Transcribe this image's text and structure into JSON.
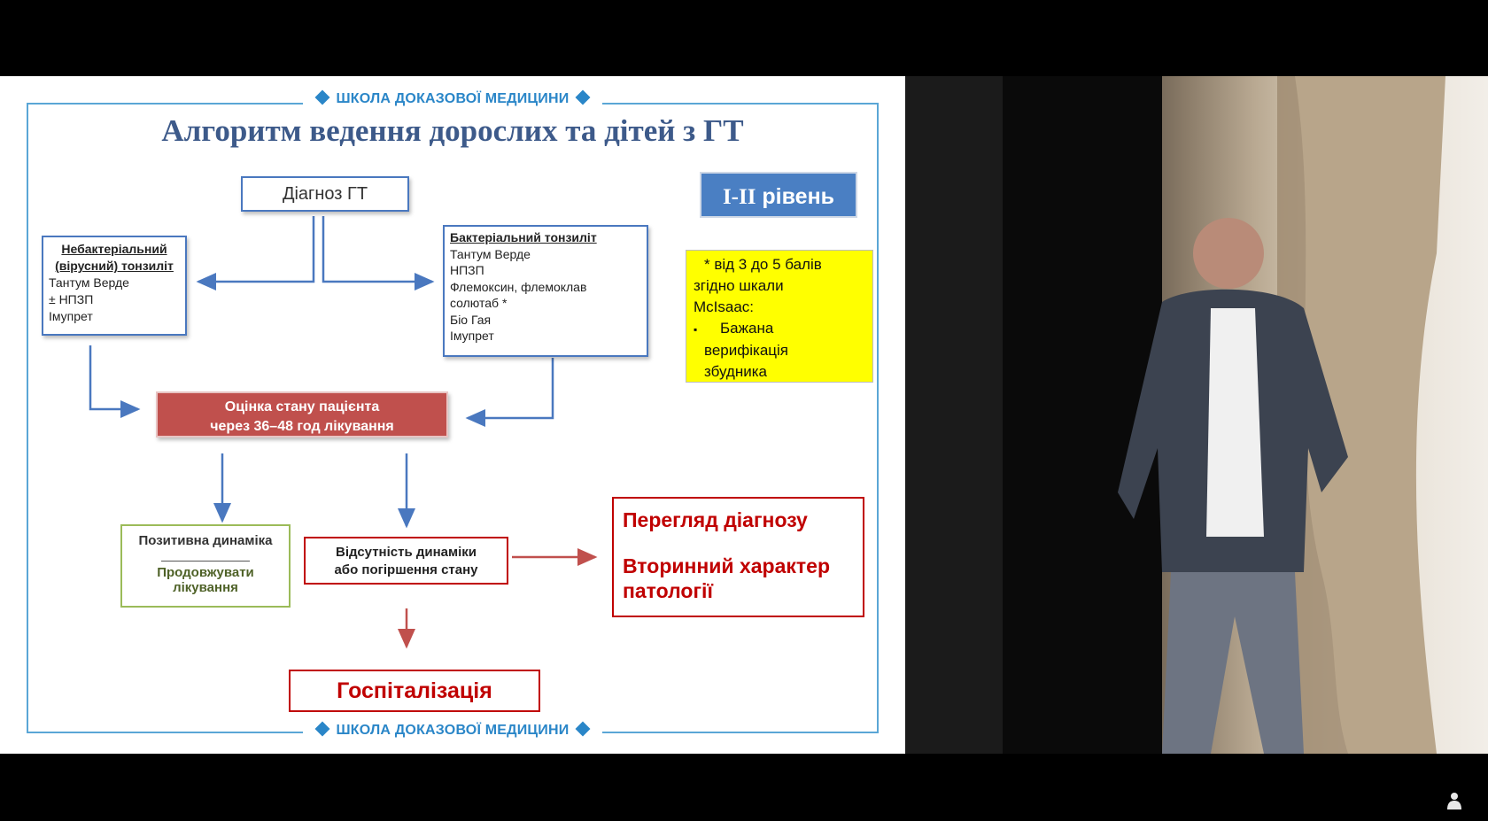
{
  "slide": {
    "school_top": "ШКОЛА ДОКАЗОВОЇ МЕДИЦИНИ",
    "school_bottom": "ШКОЛА ДОКАЗОВОЇ МЕДИЦИНИ",
    "title": "Алгоритм ведення дорослих та дітей з ГТ",
    "diagnosis": "Діагноз ГТ",
    "level_roman": "I-II",
    "level_word": "рівень",
    "nonbacterial": {
      "heading_line1": "Небактеріальний",
      "heading_line2": "(вірусний) тонзиліт",
      "items": [
        "Тантум Верде",
        "± НПЗП",
        "Імупрет"
      ]
    },
    "bacterial": {
      "heading": "Бактеріальний тонзиліт",
      "items": [
        "Тантум Верде",
        "НПЗП",
        "Флемоксин, флемоклав",
        "солютаб *",
        "Біо Гая",
        "Імупрет"
      ]
    },
    "note": {
      "line1": "* від 3 до 5 балів",
      "line2": "згідно шкали",
      "line3": "McIsaac:",
      "bullet": "▪",
      "line4": "Бажана",
      "line5": "верифікація",
      "line6": "збудника"
    },
    "evaluation": {
      "line1": "Оцінка стану пацієнта",
      "line2": "через 36–48 год лікування"
    },
    "positive": {
      "line1": "Позитивна динаміка",
      "line2": "Продовжувати",
      "line3": "лікування"
    },
    "no_dynamics": {
      "line1": "Відсутність динаміки",
      "line2": "або погіршення стану"
    },
    "review": {
      "line1": "Перегляд діагнозу",
      "line2": "Вторинний характер",
      "line3": "патології"
    },
    "hospital": "Госпіталізація"
  },
  "colors": {
    "accent_blue": "#2a86c8",
    "title_blue": "#3d5a8a",
    "box_blue": "#4a78bf",
    "eval_red": "#c0504d",
    "alert_red": "#c00000",
    "positive_green": "#9bbb59",
    "positive_text": "#4f6228",
    "note_yellow": "#ffff00"
  }
}
